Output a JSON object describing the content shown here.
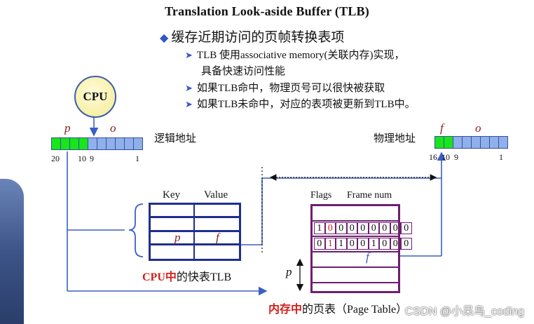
{
  "title": "Translation Look-aside Buffer (TLB)",
  "main_bullet": "缓存近期访问的页帧转换表项",
  "sub_bullets": [
    "TLB 使用associative memory(关联内存)实现，",
    "具备快速访问性能",
    "如果TLB命中，物理页号可以很快被获取",
    "如果TLB未命中，对应的表项被更新到TLB中。"
  ],
  "cpu_label": "CPU",
  "logical": {
    "p": "p",
    "o": "o",
    "label": "逻辑地址",
    "n20": "20",
    "n10": "10",
    "n9": "9",
    "n1": "1"
  },
  "physical": {
    "f": "f",
    "o": "o",
    "label": "物理地址",
    "n16": "16",
    "n10": "10",
    "n9": "9",
    "n1": "1"
  },
  "tlb": {
    "key_header": "Key",
    "value_header": "Value",
    "p": "p",
    "f": "f",
    "caption_red": "CPU中",
    "caption_rest": "的快表TLB"
  },
  "page_table": {
    "flags_header": "Flags",
    "frame_header": "Frame num",
    "row1_bits": [
      "1",
      "0",
      "0",
      "0",
      "0",
      "0",
      "0",
      "0",
      "0"
    ],
    "row2_bits": [
      "0",
      "1",
      "1",
      "0",
      "0",
      "1",
      "0",
      "0",
      "0"
    ],
    "f": "f",
    "p": "p",
    "caption_red": "内存中",
    "caption_rest": "的页表（Page Table）"
  },
  "watermark": "CSDN @小呆鸟_coding",
  "colors": {
    "accent_blue": "#2f57c9",
    "tlb_border": "#1f2e8c",
    "page_table_border": "#6f1e70",
    "green_bits": "#16e61a",
    "red_text": "#d3201c"
  }
}
